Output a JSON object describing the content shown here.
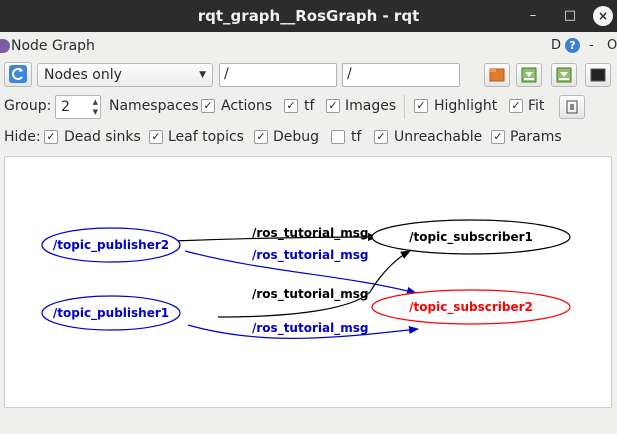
{
  "window": {
    "title": "rqt_graph__RosGraph - rqt",
    "minimize": "–",
    "maximize": "□",
    "close": "×"
  },
  "plugin": {
    "title": "Node Graph",
    "d_btn": "D",
    "help": "?",
    "dash": "-",
    "o_btn": "O"
  },
  "toolbar": {
    "mode": "Nodes only",
    "ns_filter": "/",
    "topic_filter": "/"
  },
  "options": {
    "group_label": "Group:",
    "group_value": "2",
    "namespaces": "Namespaces",
    "actions": "Actions",
    "tf": "tf",
    "images": "Images",
    "highlight": "Highlight",
    "fit": "Fit"
  },
  "hide": {
    "label": "Hide:",
    "dead_sinks": "Dead sinks",
    "leaf_topics": "Leaf topics",
    "debug": "Debug",
    "tf": "tf",
    "unreachable": "Unreachable",
    "params": "Params"
  },
  "checkbox_mark": "✓",
  "graph": {
    "nodes": {
      "pub2": "/topic_publisher2",
      "pub1": "/topic_publisher1",
      "sub1": "/topic_subscriber1",
      "sub2": "/topic_subscriber2"
    },
    "edges": {
      "e1": "/ros_tutorial_msg",
      "e2": "/ros_tutorial_msg",
      "e3": "/ros_tutorial_msg",
      "e4": "/ros_tutorial_msg"
    },
    "colors": {
      "publisher": "#0000cc",
      "edge_blue": "#0000cc",
      "edge_black": "#000000",
      "subscriber": "#000000",
      "highlighted": "#ff0000"
    }
  }
}
